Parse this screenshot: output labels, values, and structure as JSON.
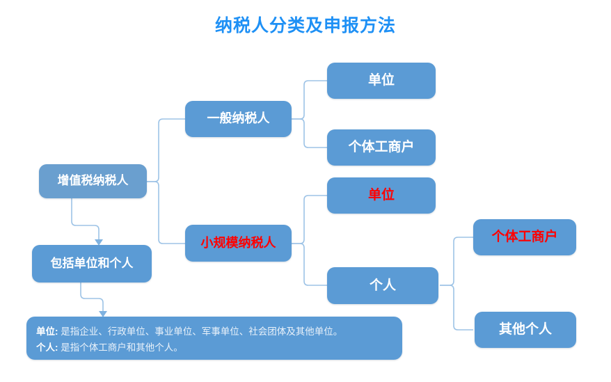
{
  "title": "纳税人分类及申报方法",
  "colors": {
    "title": "#1E90F5",
    "box_fill": "#5B9BD5",
    "root_box_fill": "#6A9FCF",
    "connector": "#9DC3E6",
    "text_white": "#FFFFFF",
    "text_red": "#FF0000",
    "background": "#FFFFFF"
  },
  "nodes": {
    "root": {
      "label": "增值税纳税人"
    },
    "general_taxpayer": {
      "label": "一般纳税人"
    },
    "small_scale_taxpayer": {
      "label": "小规模纳税人"
    },
    "general_unit": {
      "label": "单位"
    },
    "general_individual_business": {
      "label": "个体工商户"
    },
    "small_unit": {
      "label": "单位"
    },
    "small_individual": {
      "label": "个人"
    },
    "individual_business": {
      "label": "个体工商户"
    },
    "other_individual": {
      "label": "其他个人"
    },
    "includes": {
      "label": "包括单位和个人"
    }
  },
  "note": {
    "lines": [
      {
        "label": "单位:",
        "text": "是指企业、行政单位、事业单位、军事单位、社会团体及其他单位。"
      },
      {
        "label": "个人:",
        "text": "是指个体工商户和其他个人。"
      }
    ]
  }
}
